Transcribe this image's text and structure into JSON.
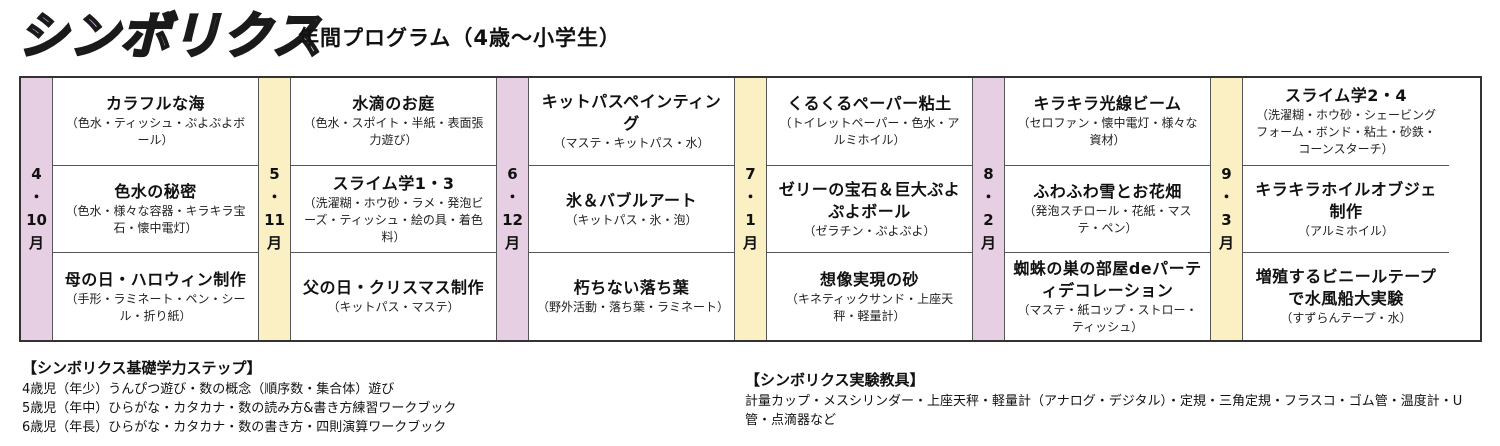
{
  "brand": {
    "logo_text": "シンボリクス",
    "subtitle": "年間プログラム（4歳〜小学生）"
  },
  "colors": {
    "pink": "#e7cfe3",
    "yellow": "#fbf0c4",
    "logo_fill": "#d9b6e6"
  },
  "periods": [
    {
      "label": [
        "4",
        "・",
        "10",
        "月"
      ],
      "color": "pink",
      "lessons": [
        {
          "name": "カラフルな海",
          "desc": "（色水・ティッシュ・ぷよぷよボール）"
        },
        {
          "name": "色水の秘密",
          "desc": "（色水・様々な容器・キラキラ宝石・懐中電灯）"
        },
        {
          "name": "母の日・ハロウィン制作",
          "desc": "（手形・ラミネート・ペン・シール・折り紙）"
        }
      ]
    },
    {
      "label": [
        "5",
        "・",
        "11",
        "月"
      ],
      "color": "yellow",
      "lessons": [
        {
          "name": "水滴のお庭",
          "desc": "（色水・スポイト・半紙・表面張力遊び）"
        },
        {
          "name": "スライム学1・3",
          "desc": "（洗濯糊・ホウ砂・ラメ・発泡ビーズ・ティッシュ・絵の具・着色料）"
        },
        {
          "name": "父の日・クリスマス制作",
          "desc": "（キットパス・マステ）"
        }
      ]
    },
    {
      "label": [
        "6",
        "・",
        "12",
        "月"
      ],
      "color": "pink",
      "lessons": [
        {
          "name": "キットパスペインティング",
          "desc": "（マステ・キットパス・水）"
        },
        {
          "name": "氷＆バブルアート",
          "desc": "（キットパス・氷・泡）"
        },
        {
          "name": "朽ちない落ち葉",
          "desc": "（野外活動・落ち葉・ラミネート）"
        }
      ]
    },
    {
      "label": [
        "7",
        "・",
        "1",
        "月"
      ],
      "color": "yellow",
      "lessons": [
        {
          "name": "くるくるペーパー粘土",
          "desc": "（トイレットペーパー・色水・アルミホイル）"
        },
        {
          "name": "ゼリーの宝石＆巨大ぷよぷよボール",
          "desc": "（ゼラチン・ぷよぷよ）"
        },
        {
          "name": "想像実現の砂",
          "desc": "（キネティックサンド・上座天秤・軽量計）"
        }
      ]
    },
    {
      "label": [
        "8",
        "・",
        "2",
        "月"
      ],
      "color": "pink",
      "lessons": [
        {
          "name": "キラキラ光線ビーム",
          "desc": "（セロファン・懐中電灯・様々な資材）"
        },
        {
          "name": "ふわふわ雪とお花畑",
          "desc": "（発泡スチロール・花紙・マステ・ペン）"
        },
        {
          "name": "蜘蛛の巣の部屋deパーティデコレーション",
          "desc": "（マステ・紙コップ・ストロー・ティッシュ）"
        }
      ]
    },
    {
      "label": [
        "9",
        "・",
        "3",
        "月"
      ],
      "color": "yellow",
      "lessons": [
        {
          "name": "スライム学2・4",
          "desc": "（洗濯糊・ホウ砂・シェービングフォーム・ボンド・粘土・砂鉄・コーンスターチ）"
        },
        {
          "name": "キラキラホイルオブジェ制作",
          "desc": "（アルミホイル）"
        },
        {
          "name": "増殖するビニールテープで水風船大実験",
          "desc": "（すずらんテープ・水）"
        }
      ]
    }
  ],
  "steps": {
    "heading": "【シンボリクス基礎学力ステップ】",
    "lines": [
      "4歳児（年少）うんぴつ遊び・数の概念（順序数・集合体）遊び",
      "5歳児（年中）ひらがな・カタカナ・数の読み方&書き方練習ワークブック",
      "6歳児（年長）ひらがな・カタカナ・数の書き方・四則演算ワークブック"
    ]
  },
  "tools": {
    "heading": "【シンボリクス実験教具】",
    "text": "計量カップ・メスシリンダー・上座天秤・軽量計（アナログ・デジタル）・定規・三角定規・フラスコ・ゴム管・温度計・U管・点滴器など"
  }
}
